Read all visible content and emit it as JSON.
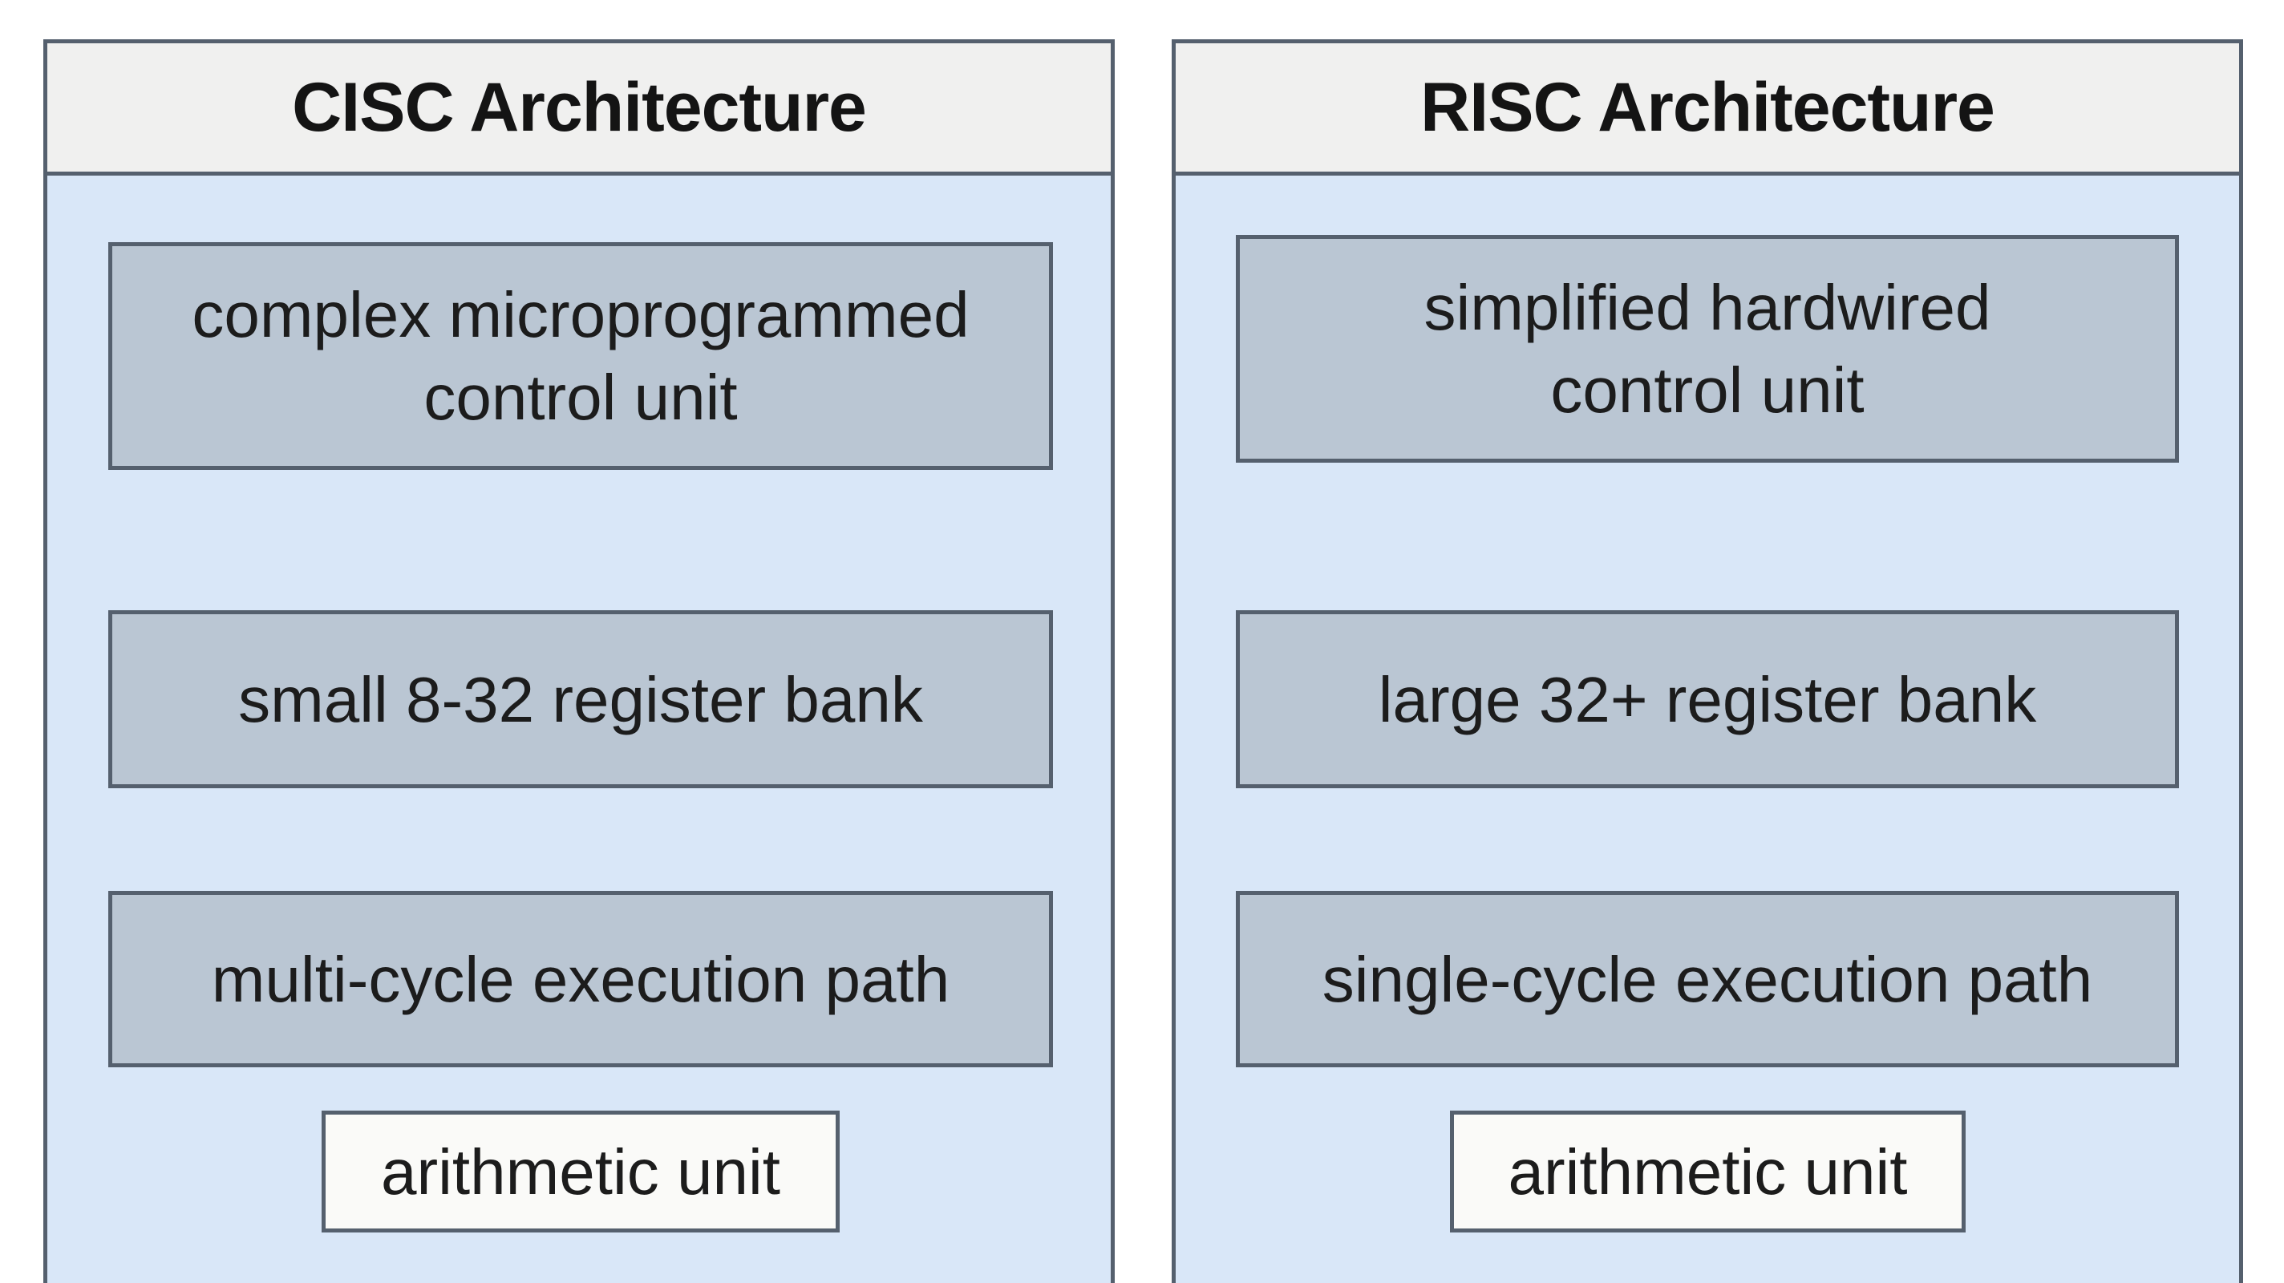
{
  "cisc": {
    "title": "CISC Architecture",
    "blocks": [
      {
        "line1": "complex microprogrammed",
        "line2": "control unit"
      },
      {
        "text": "small 8-32 register bank"
      },
      {
        "text": "multi-cycle execution path"
      },
      {
        "text": "arithmetic unit"
      }
    ]
  },
  "risc": {
    "title": "RISC Architecture",
    "blocks": [
      {
        "line1": "simplified hardwired",
        "line2": "control unit"
      },
      {
        "text": "large 32+ register bank"
      },
      {
        "text": "single-cycle execution path"
      },
      {
        "text": "arithmetic unit"
      }
    ]
  },
  "colors": {
    "panel_fill": "#d9e7f8",
    "header_fill": "#f0f0ef",
    "block_fill": "#bac6d3",
    "terminal_fill": "#fafaf8",
    "stroke": "#55606e",
    "arrow": "#4a5666"
  }
}
